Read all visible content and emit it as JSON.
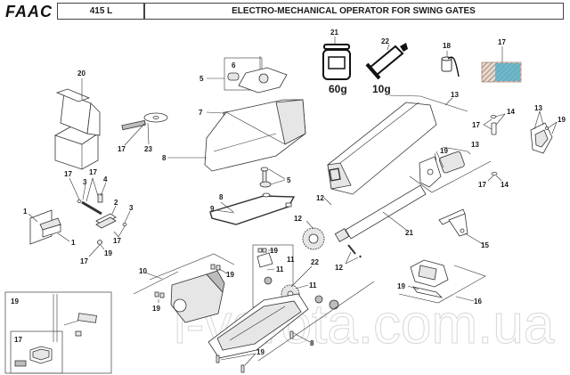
{
  "header": {
    "brand": "FAAC",
    "model": "415 L",
    "title": "ELECTRO-MECHANICAL OPERATOR FOR SWING GATES"
  },
  "consumables": [
    {
      "ref": "21",
      "name": "grease-jar",
      "quantity": "60g"
    },
    {
      "ref": "22",
      "name": "grease-tube",
      "quantity": "10g"
    },
    {
      "ref": "18",
      "name": "capacitor",
      "quantity": ""
    },
    {
      "ref": "17",
      "name": "pouch-kit",
      "quantity": ""
    }
  ],
  "callouts": {
    "c1a": "1",
    "c1b": "1",
    "c2": "2",
    "c3a": "3",
    "c3b": "3",
    "c4": "4",
    "c5a": "5",
    "c5b": "5",
    "c6": "6",
    "c7": "7",
    "c8a": "8",
    "c8b": "8",
    "c8c": "8",
    "c9": "9",
    "c10": "10",
    "c11a": "11",
    "c11b": "11",
    "c11c": "11",
    "c12a": "12",
    "c12b": "12",
    "c12c": "12",
    "c13a": "13",
    "c13b": "13",
    "c13c": "13",
    "c14a": "14",
    "c14b": "14",
    "c15": "15",
    "c16": "16",
    "c17a": "17",
    "c17b": "17",
    "c17c": "17",
    "c17d": "17",
    "c17e": "17",
    "c17f": "17",
    "c17g": "17",
    "c17h": "17",
    "c19a": "19",
    "c19b": "19",
    "c19c": "19",
    "c19d": "19",
    "c19e": "19",
    "c19f": "19",
    "c19g": "19",
    "c19h": "19",
    "c19i": "19",
    "c20": "20",
    "c21": "21",
    "c22": "22",
    "c23": "23"
  },
  "inset": {
    "outer_label": "19",
    "inner_label": "17"
  },
  "watermark": "l-vorota.com.ua"
}
